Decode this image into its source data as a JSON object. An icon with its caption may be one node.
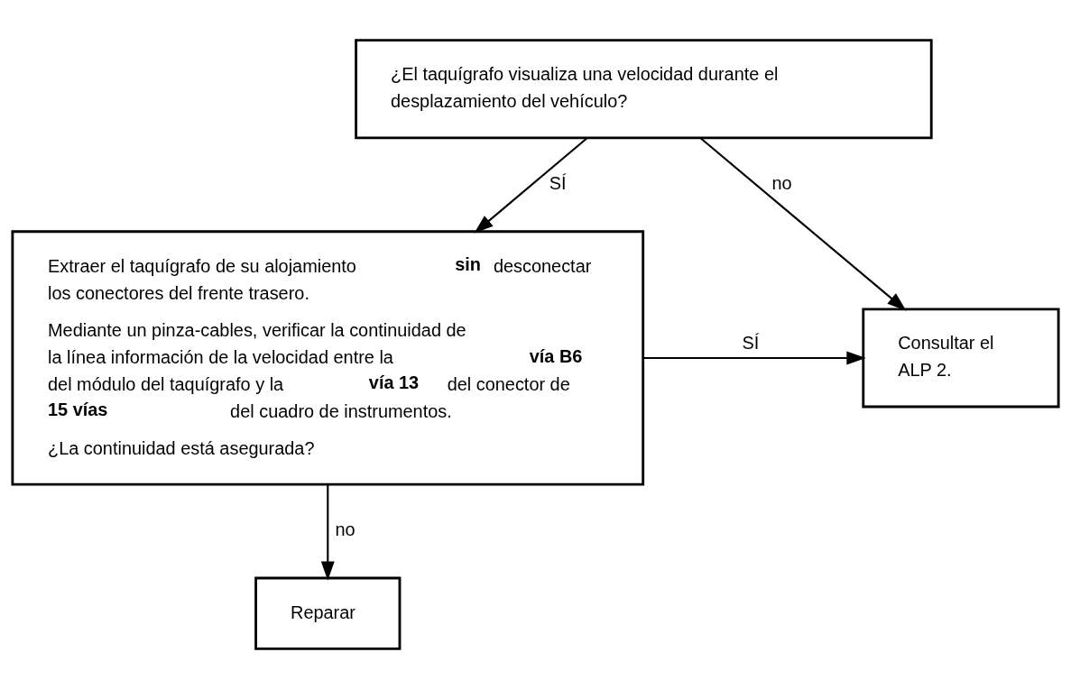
{
  "diagram": {
    "nodes": [
      {
        "text": [
          "¿El taquígrafo visualiza una velocidad durante el desplazamiento del vehículo?"
        ]
      },
      {
        "text": [
          "Extraer el taquígrafo de su alojamiento **sin** desconectar los conectores del frente trasero.",
          "Mediante un pinza-cables, verificar la continuidad de la línea información de la velocidad entre la **vía B6** del módulo del taquígrafo y la **vía 13** del conector de **15 vías** del cuadro de instrumentos.",
          "¿La continuidad está asegurada?"
        ]
      },
      {
        "text": [
          "Consultar el ALP 2."
        ]
      },
      {
        "text": [
          "Reparar"
        ]
      }
    ],
    "edges": [
      {
        "from": 0,
        "to": 2,
        "arrow": "to",
        "label": "no"
      },
      {
        "from": 0,
        "to": 1,
        "arrow": "to",
        "label": "SÍ"
      },
      {
        "from": 1,
        "to": 2,
        "arrow": "to",
        "label": "SÍ"
      },
      {
        "from": 1,
        "to": 3,
        "arrow": "to",
        "label": "no"
      }
    ]
  }
}
